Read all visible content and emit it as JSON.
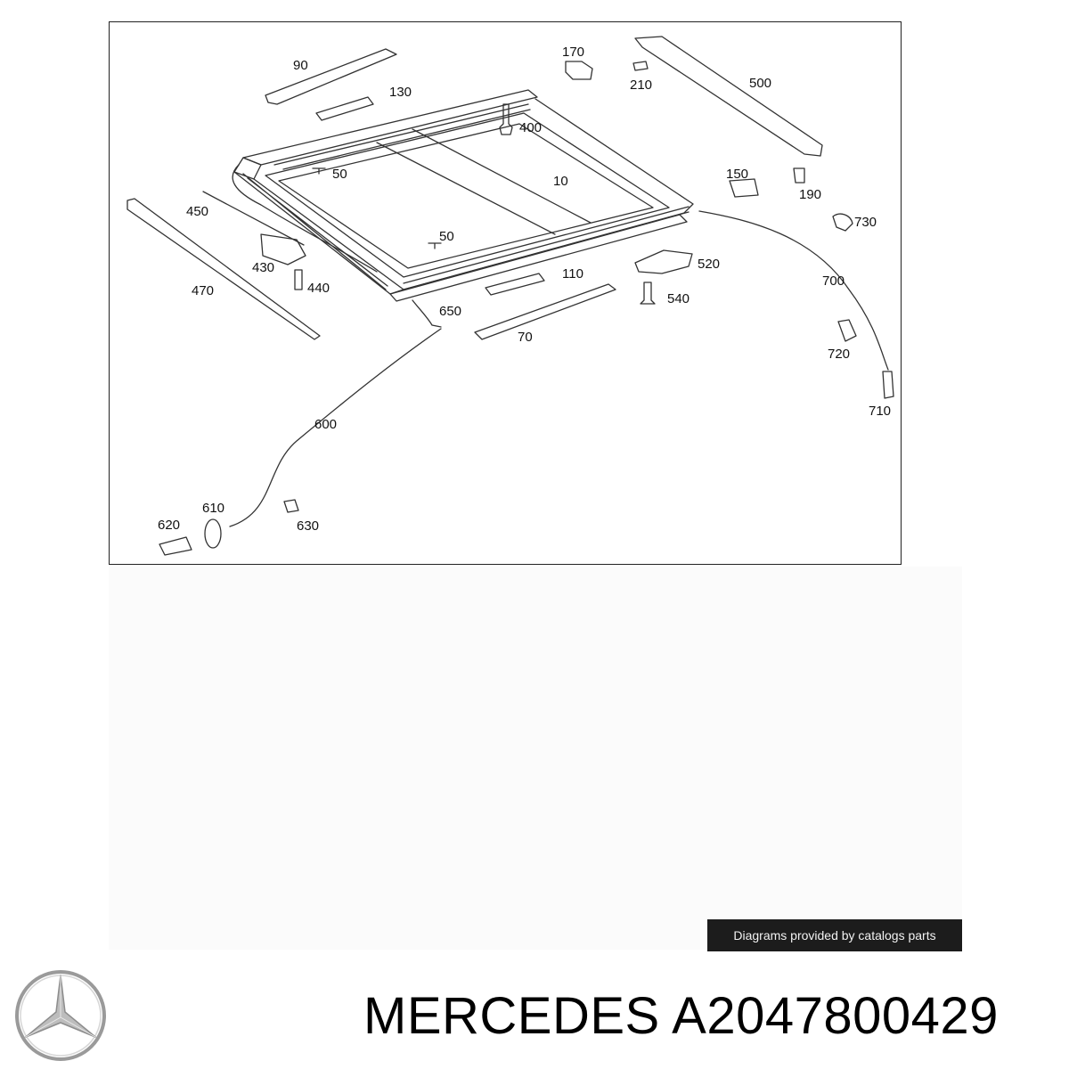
{
  "diagram": {
    "callouts": {
      "p90": "90",
      "p130": "130",
      "p170": "170",
      "p210": "210",
      "p500": "500",
      "p400": "400",
      "p50a": "50",
      "p10": "10",
      "p150": "150",
      "p190": "190",
      "p450": "450",
      "p730": "730",
      "p50b": "50",
      "p430": "430",
      "p520": "520",
      "p110": "110",
      "p470": "470",
      "p440": "440",
      "p540": "540",
      "p700": "700",
      "p650": "650",
      "p70": "70",
      "p720": "720",
      "p710": "710",
      "p600": "600",
      "p610": "610",
      "p620": "620",
      "p630": "630"
    }
  },
  "watermark": {
    "text": "Diagrams provided by catalogs parts"
  },
  "product": {
    "brand": "MERCEDES",
    "part_number": "A2047800429",
    "logo_icon": "mercedes-star-icon"
  }
}
